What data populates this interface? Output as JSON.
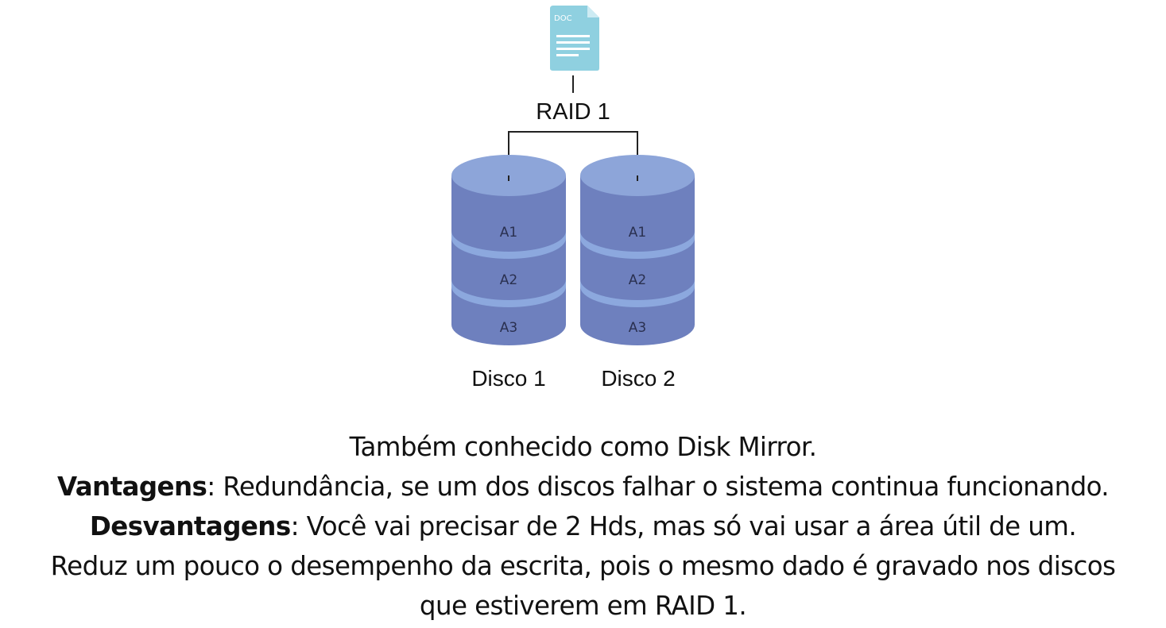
{
  "diagram": {
    "doc_icon_label": "DOC",
    "raid_label": "RAID 1",
    "disks": [
      {
        "label": "Disco 1",
        "blocks": [
          "A1",
          "A2",
          "A3"
        ]
      },
      {
        "label": "Disco 2",
        "blocks": [
          "A1",
          "A2",
          "A3"
        ]
      }
    ],
    "colors": {
      "doc_icon": "#8fd0e0",
      "doc_icon_fold": "#cdebf3",
      "disk_top": "#8da5d9",
      "disk_body": "#6e80be",
      "disk_stripe": "#8ca8de",
      "line": "#222222"
    }
  },
  "description": {
    "line1": "Também conhecido como Disk Mirror.",
    "line2_bold": "Vantagens",
    "line2_rest": ": Redundância, se um dos discos falhar o sistema continua funcionando.",
    "line3_bold": "Desvantagens",
    "line3_rest": ": Você vai precisar de 2 Hds, mas só vai usar a área útil de um.",
    "line4": "Reduz um pouco o desempenho da escrita, pois o mesmo dado é gravado nos discos",
    "line5": "que estiverem em RAID 1."
  }
}
